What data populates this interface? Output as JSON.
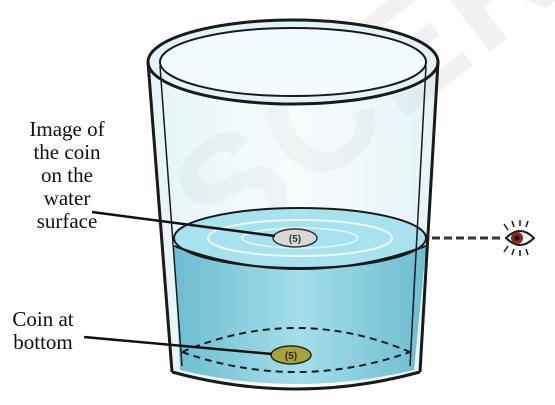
{
  "labels": {
    "image_of_coin": [
      "Image of",
      "the coin",
      "on the",
      "water",
      "surface"
    ],
    "coin_at_bottom": [
      "Coin at",
      "bottom"
    ]
  },
  "coins": {
    "image_text": "(5)",
    "bottom_text": "(5)"
  },
  "watermark": "SCERT,",
  "colors": {
    "outline": "#1a1a1a",
    "water": "#7ecfe0",
    "water_top": "#a8e2ee",
    "coin_image": "#d8d8d8",
    "coin_bottom": "#a8a23a",
    "eye": "#8a2a1a"
  },
  "icons": [
    "eye-icon"
  ]
}
